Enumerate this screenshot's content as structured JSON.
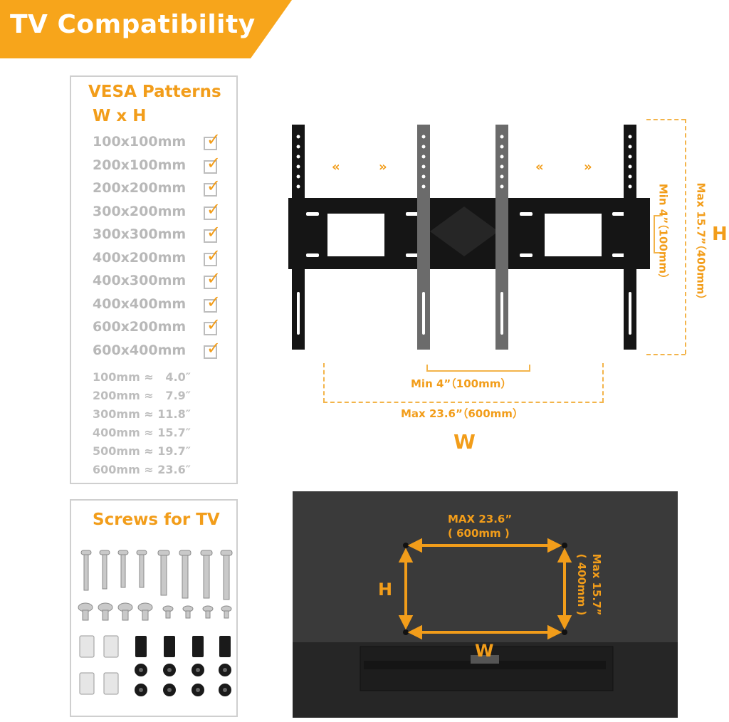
{
  "banner": {
    "title": "TV  Compatibility"
  },
  "vesa": {
    "title": "VESA Patterns",
    "subtitle": "W x H",
    "patterns": [
      "100x100mm",
      "200x100mm",
      "200x200mm",
      "300x200mm",
      "300x300mm",
      "400x200mm",
      "400x300mm",
      "400x400mm",
      "600x200mm",
      "600x400mm"
    ],
    "conversions": [
      "100mm ≈   4.0″",
      "200mm ≈   7.9″",
      "300mm ≈ 11.8″",
      "400mm ≈ 15.7″",
      "500mm ≈ 19.7″",
      "600mm ≈ 23.6″"
    ]
  },
  "screws": {
    "title": "Screws for TV"
  },
  "bracket": {
    "min_w": "Min  4”（100mm）",
    "max_w": "Max  23.6”（600mm）",
    "min_h": "Min  4”（100mm）",
    "max_h": "Max  15.7”（400mm）",
    "w_letter": "W",
    "h_letter": "H"
  },
  "tv": {
    "max_w_line1": "MAX  23.6”",
    "max_w_line2": "( 600mm )",
    "max_h": "Max  15.7”",
    "max_h_mm": "( 400mm )",
    "w_letter": "W",
    "h_letter": "H"
  },
  "colors": {
    "accent": "#f7a51b",
    "panel_border": "#cfcfcf",
    "muted_text": "#b8b8b8"
  }
}
